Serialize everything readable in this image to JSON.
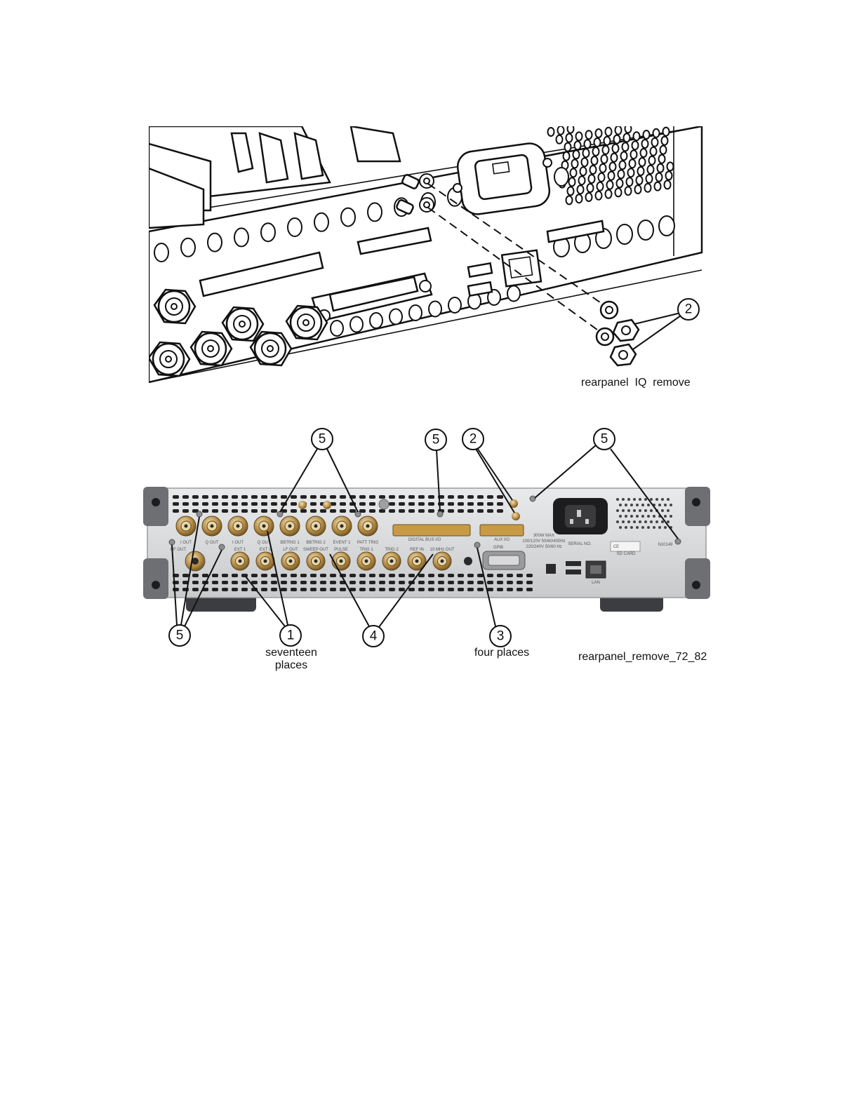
{
  "top_figure": {
    "caption": "rearpanel  IQ  remove",
    "callouts": [
      {
        "number": "2"
      }
    ]
  },
  "bottom_figure": {
    "caption": "rearpanel_remove_72_82",
    "callouts": [
      {
        "number": "5"
      },
      {
        "number": "5"
      },
      {
        "number": "2"
      },
      {
        "number": "5"
      },
      {
        "number": "5"
      },
      {
        "number": "1"
      },
      {
        "number": "4"
      },
      {
        "number": "3"
      }
    ],
    "notes": {
      "seventeen_line1": "seventeen",
      "seventeen_line2": "places",
      "four_places": "four places"
    },
    "top_connector_labels": [
      "I OUT",
      "Q OUT",
      "I OUT",
      "Q OUT",
      "BBTRIG 1",
      "BBTRIG 2",
      "EVENT 1",
      "PATT TRIG"
    ],
    "bottom_connector_labels": [
      "EXT 1",
      "EXT 2",
      "LF OUT",
      "SWEEP OUT",
      "PULSE",
      "TRIG 1",
      "TRIG 2",
      "REF IN",
      "10 MHz OUT"
    ],
    "panel_labels": {
      "digital_bus": "DIGITAL BUS I/O",
      "aux_io": "AUX I/O",
      "serial": "SERIAL NO.",
      "sd_card": "SD CARD",
      "ce_mark": "CE",
      "n_mark": "N10149",
      "power_rating": "300W MAX",
      "voltage_1": "100/120V 50/60/400Hz",
      "voltage_2": "220/240V 50/60 Hz",
      "rf_out": "RF OUT",
      "gpib": "GPIB",
      "lan": "LAN"
    },
    "colors": {
      "chassis": "#d9dadb",
      "bumper": "#6d6f72",
      "connector": "#b58a42",
      "port_dark": "#2a2a2a"
    }
  }
}
